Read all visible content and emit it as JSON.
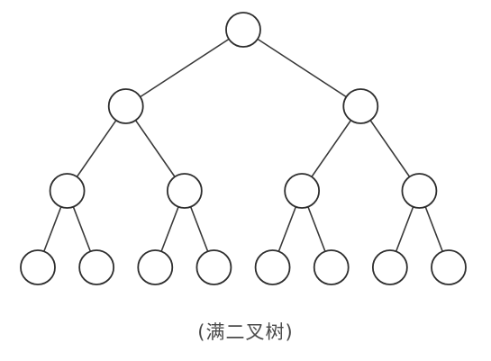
{
  "diagram": {
    "type": "full-binary-tree",
    "levels": 4,
    "caption": "(满二叉树)",
    "colors": {
      "node_stroke": "#2e2e2e",
      "node_fill": "#ffffff",
      "edge": "#3a3a3a",
      "caption_text": "#4a4a4a",
      "background": "#ffffff"
    }
  }
}
